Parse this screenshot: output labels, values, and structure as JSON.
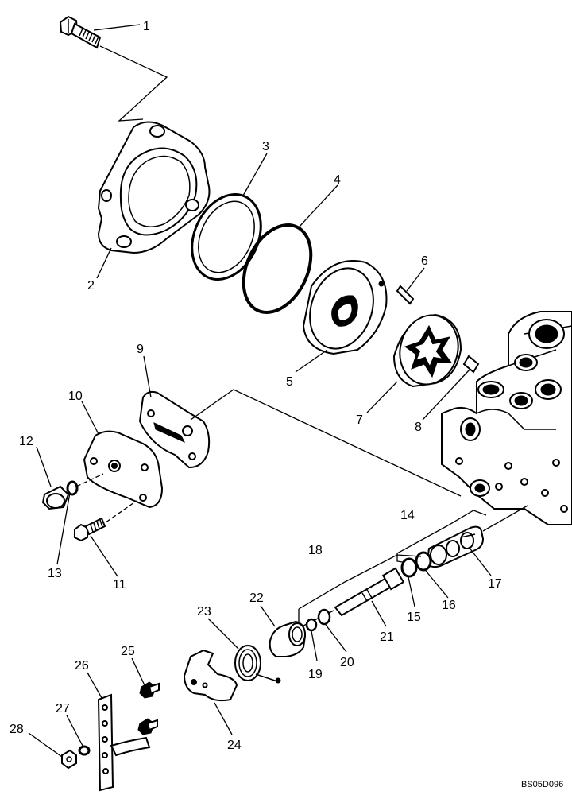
{
  "diagram": {
    "code": "BS05D096",
    "callouts": [
      "1",
      "2",
      "3",
      "4",
      "5",
      "6",
      "7",
      "8",
      "9",
      "10",
      "11",
      "12",
      "13",
      "14",
      "15",
      "16",
      "17",
      "18",
      "19",
      "20",
      "21",
      "22",
      "23",
      "24",
      "25",
      "26",
      "27",
      "28"
    ]
  }
}
